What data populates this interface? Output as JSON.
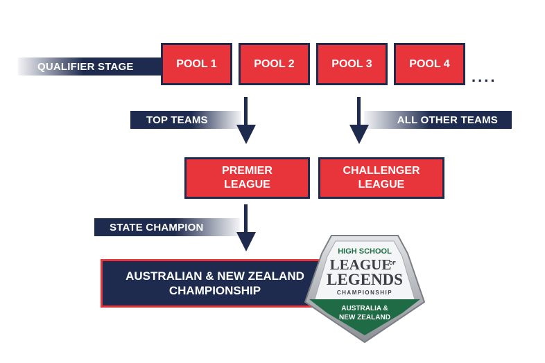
{
  "labels": {
    "qualifier": "QUALIFIER STAGE",
    "top_teams": "TOP TEAMS",
    "all_other": "ALL OTHER TEAMS",
    "state_champion": "STATE CHAMPION"
  },
  "pools": [
    "POOL 1",
    "POOL 2",
    "POOL 3",
    "POOL 4"
  ],
  "dots": "....",
  "leagues": {
    "premier_line1": "PREMIER",
    "premier_line2": "LEAGUE",
    "challenger_line1": "CHALLENGER",
    "challenger_line2": "LEAGUE"
  },
  "championship": {
    "line1": "AUSTRALIAN & NEW ZEALAND",
    "line2": "CHAMPIONSHIP"
  },
  "logo": {
    "high_school": "HIGH SCHOOL",
    "league": "LEAGUE",
    "of": "OF",
    "legends": "LEGENDS",
    "championship": "CHAMPIONSHIP",
    "region_line1": "AUSTRALIA &",
    "region_line2": "NEW ZEALAND"
  },
  "colors": {
    "navy": "#1e2b4f",
    "red": "#e8353c",
    "green": "#1f6b45",
    "silver": "#b9bcc0"
  }
}
